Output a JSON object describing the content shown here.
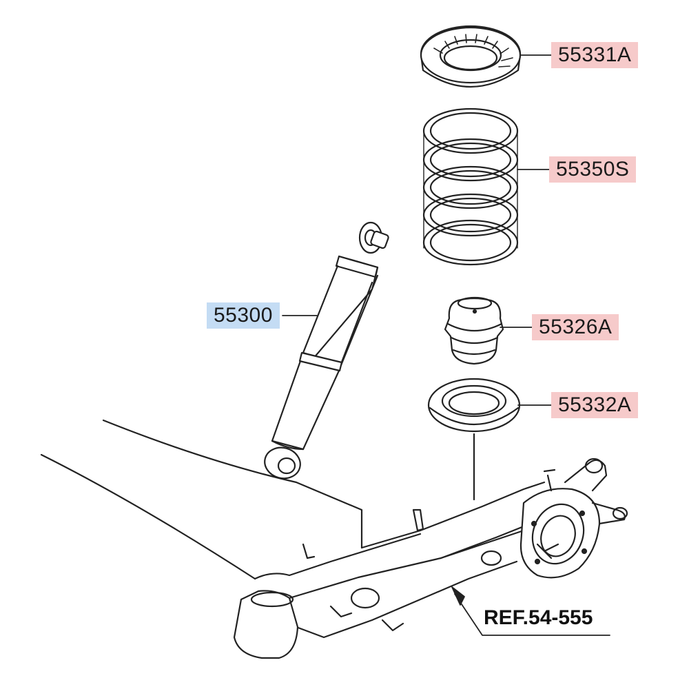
{
  "parts": {
    "upper_seat": {
      "code": "55331A",
      "highlight": "#f6caca"
    },
    "coil_spring": {
      "code": "55350S",
      "highlight": "#f6caca"
    },
    "shock_absorber": {
      "code": "55300",
      "highlight": "#c4dcf4"
    },
    "bump_stopper": {
      "code": "55326A",
      "highlight": "#f6caca"
    },
    "lower_seat": {
      "code": "55332A",
      "highlight": "#f6caca"
    }
  },
  "reference": {
    "label": "REF.54-555"
  },
  "colors": {
    "line": "#222222",
    "red_highlight": "#f6caca",
    "blue_highlight": "#c4dcf4"
  }
}
